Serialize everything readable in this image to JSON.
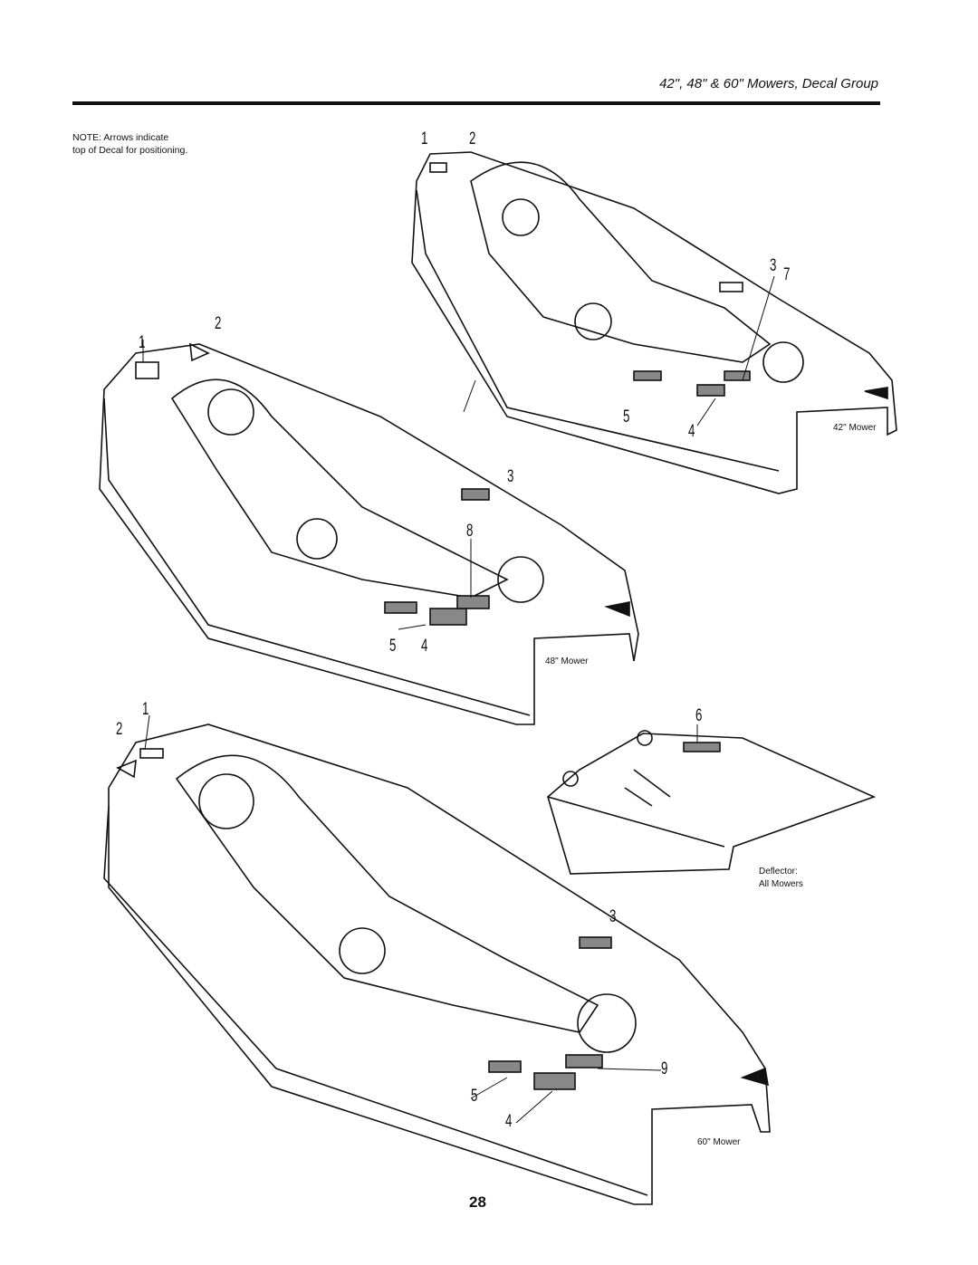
{
  "header": {
    "title": "42\", 48\" & 60\" Mowers, Decal Group"
  },
  "note": {
    "line1": "NOTE: Arrows indicate",
    "line2": "top of Decal for positioning."
  },
  "figures": {
    "mower42": {
      "label": "42\" Mower",
      "callouts": [
        "1",
        "2",
        "3",
        "7",
        "5",
        "4"
      ]
    },
    "mower48": {
      "label": "48\" Mower",
      "callouts": [
        "1",
        "2",
        "3",
        "8",
        "5",
        "4"
      ]
    },
    "mower60": {
      "label": "60\" Mower",
      "callouts": [
        "1",
        "2",
        "3",
        "9",
        "5",
        "4"
      ]
    },
    "deflector": {
      "label_line1": "Deflector:",
      "label_line2": "All Mowers",
      "callouts": [
        "6"
      ]
    }
  },
  "page_number": "28"
}
